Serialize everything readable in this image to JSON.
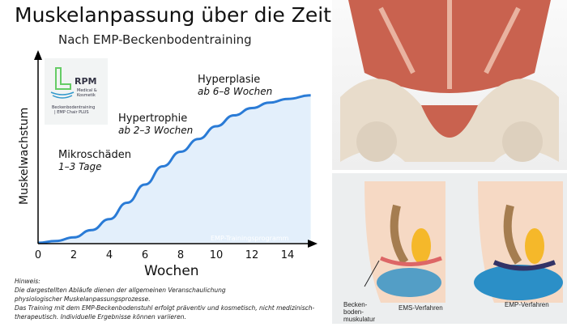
{
  "header": {
    "title": "Muskelanpassung über die Zeit",
    "subtitle": "Nach EMP-Beckenbodentraining"
  },
  "logo": {
    "brand": "RPM",
    "line1": "Medical &",
    "line2": "Kosmetik",
    "line3": "Beckenbodentraining",
    "line4": "| EMP Chair PLUS"
  },
  "chart_data": {
    "type": "area",
    "xlabel": "Wochen",
    "ylabel": "Muskelwachstum",
    "xticks": [
      0,
      2,
      4,
      6,
      8,
      10,
      12,
      14
    ],
    "xlim": [
      0,
      15.3
    ],
    "ylim": [
      0,
      100
    ],
    "x": [
      0,
      1,
      2,
      3,
      4,
      5,
      6,
      7,
      8,
      9,
      10,
      11,
      12,
      13,
      14,
      15.3
    ],
    "y": [
      0,
      1,
      3,
      7,
      13,
      22,
      32,
      42,
      50,
      57,
      64,
      70,
      74,
      77,
      79,
      81
    ],
    "color": "#2a7bd6",
    "fill": "#e3effb",
    "watermark": "EMP-Trainingsprogramm",
    "annotations": [
      {
        "label": "Mikroschäden",
        "sub": "1–3 Tage"
      },
      {
        "label": "Hypertrophie",
        "sub": "ab 2–3 Wochen"
      },
      {
        "label": "Hyperplasie",
        "sub": "ab 6–8 Wochen"
      }
    ]
  },
  "note": {
    "heading": "Hinweis:",
    "line1": "Die dargestellten Abläufe dienen der allgemeinen Veranschaulichung",
    "line2": "physiologischer Muskelanpassungsprozesse.",
    "line3": "Das Training mit dem EMP-Beckenbodenstuhl erfolgt präventiv und kosmetisch, nicht medizinisch-",
    "line4": "therapeutisch. Individuelle Ergebnisse können variieren."
  },
  "diagram": {
    "label_muscle": "Becken-\nboden-\nmuskulatur",
    "label_ems": "EMS-Verfahren",
    "label_emp": "EMP-Verfahren"
  }
}
